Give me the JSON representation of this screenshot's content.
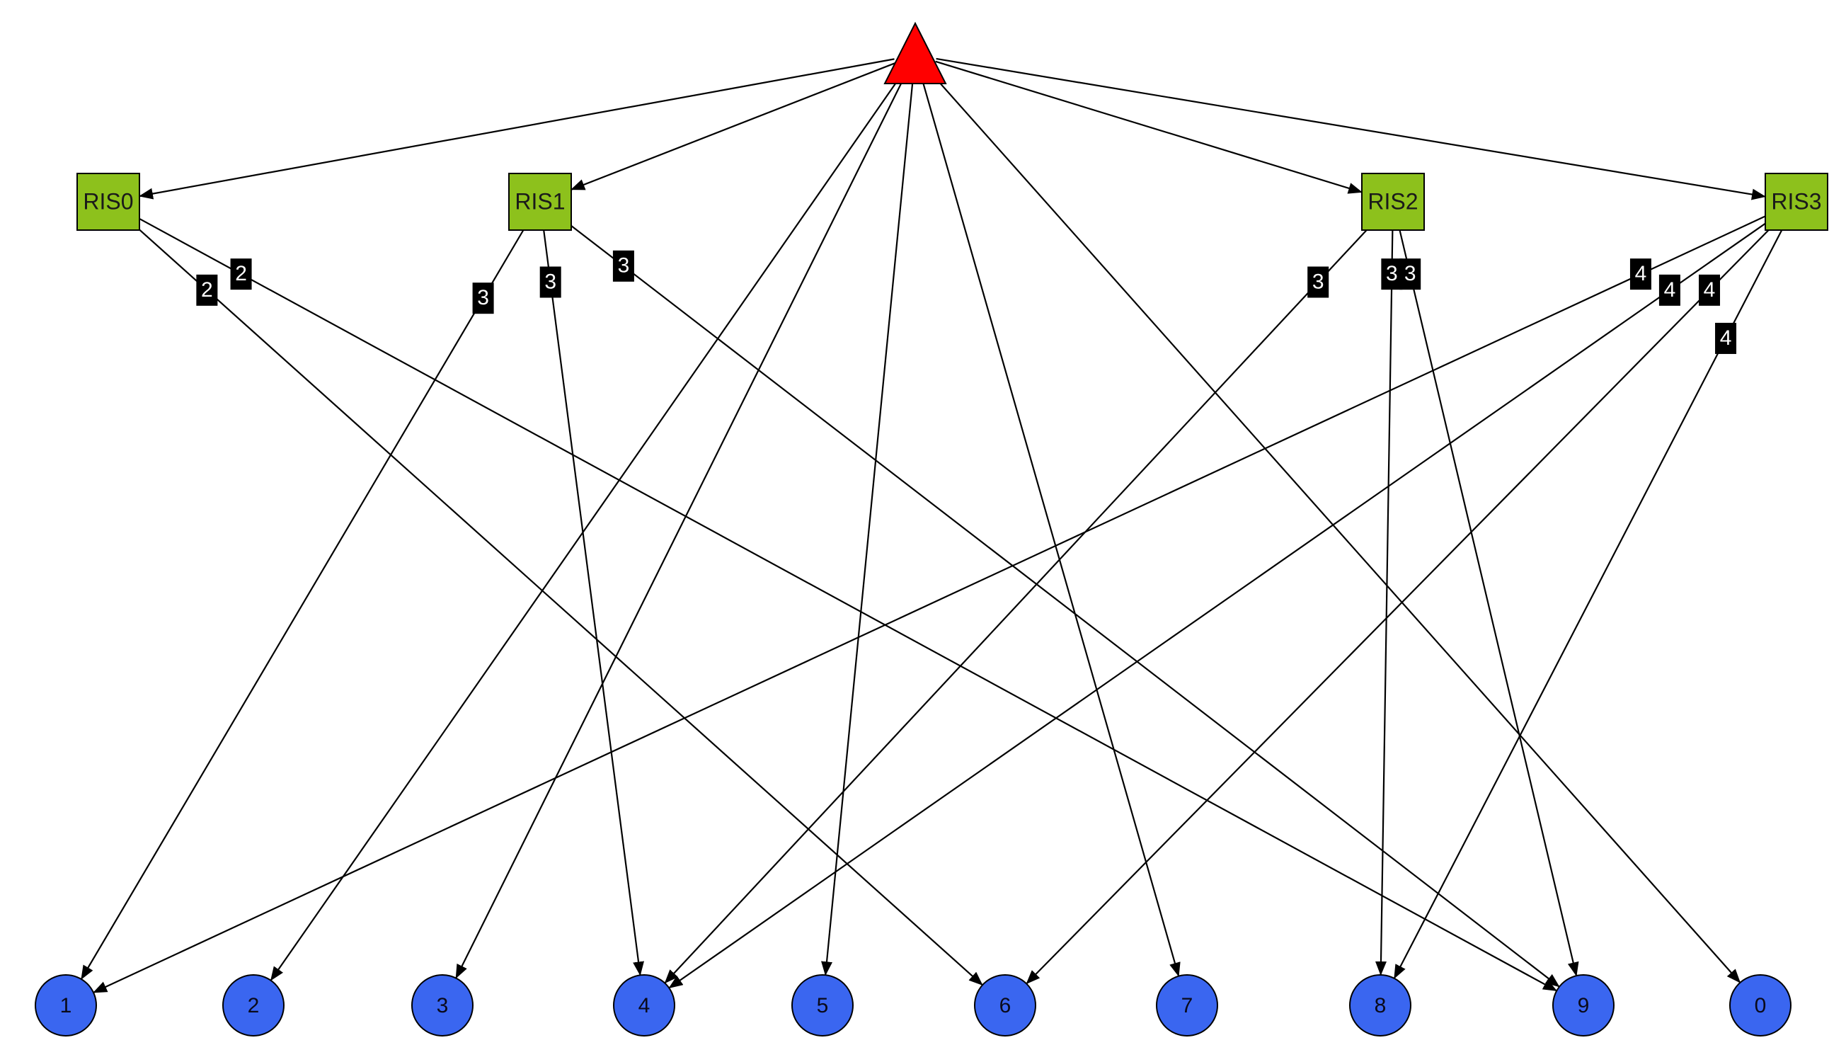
{
  "colors": {
    "base_station": "#ff0000",
    "ris": "#8dc11c",
    "user": "#3a66f0",
    "edge": "#000000",
    "weight_label_bg": "#000000",
    "weight_label_text": "#ffffff"
  },
  "base_station": {
    "id": "bs",
    "shape": "triangle"
  },
  "ris_nodes": [
    {
      "id": "RIS0",
      "label": "RIS0"
    },
    {
      "id": "RIS1",
      "label": "RIS1"
    },
    {
      "id": "RIS2",
      "label": "RIS2"
    },
    {
      "id": "RIS3",
      "label": "RIS3"
    }
  ],
  "user_nodes": [
    {
      "id": "U1",
      "label": "1"
    },
    {
      "id": "U2",
      "label": "2"
    },
    {
      "id": "U3",
      "label": "3"
    },
    {
      "id": "U4",
      "label": "4"
    },
    {
      "id": "U5",
      "label": "5"
    },
    {
      "id": "U6",
      "label": "6"
    },
    {
      "id": "U7",
      "label": "7"
    },
    {
      "id": "U8",
      "label": "8"
    },
    {
      "id": "U9",
      "label": "9"
    },
    {
      "id": "U0",
      "label": "0"
    }
  ],
  "edges": [
    {
      "from": "bs",
      "to": "RIS0"
    },
    {
      "from": "bs",
      "to": "RIS1"
    },
    {
      "from": "bs",
      "to": "RIS2"
    },
    {
      "from": "bs",
      "to": "RIS3"
    },
    {
      "from": "bs",
      "to": "U2"
    },
    {
      "from": "bs",
      "to": "U3"
    },
    {
      "from": "bs",
      "to": "U5"
    },
    {
      "from": "bs",
      "to": "U7"
    },
    {
      "from": "bs",
      "to": "U0"
    },
    {
      "from": "RIS0",
      "to": "U9",
      "weight": "2"
    },
    {
      "from": "RIS0",
      "to": "U6",
      "weight": "2"
    },
    {
      "from": "RIS1",
      "to": "U1",
      "weight": "3"
    },
    {
      "from": "RIS1",
      "to": "U4",
      "weight": "3"
    },
    {
      "from": "RIS1",
      "to": "U9",
      "weight": "3"
    },
    {
      "from": "RIS2",
      "to": "U4",
      "weight": "3"
    },
    {
      "from": "RIS2",
      "to": "U8",
      "weight": "3"
    },
    {
      "from": "RIS2",
      "to": "U9",
      "weight": "3"
    },
    {
      "from": "RIS3",
      "to": "U1",
      "weight": "4"
    },
    {
      "from": "RIS3",
      "to": "U4",
      "weight": "4"
    },
    {
      "from": "RIS3",
      "to": "U6",
      "weight": "4"
    },
    {
      "from": "RIS3",
      "to": "U8",
      "weight": "4"
    }
  ]
}
